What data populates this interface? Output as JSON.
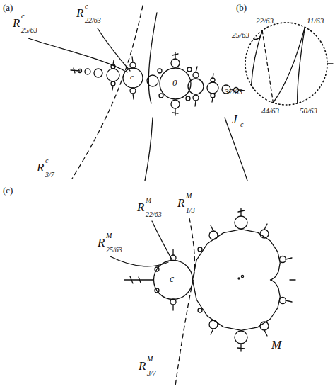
{
  "diagram": {
    "labels": [
      "(a)",
      "(b)",
      "(c)",
      "R",
      "c",
      "25/63",
      "R",
      "c",
      "22/63",
      "R",
      "c",
      "3/7",
      "J",
      "c",
      "c",
      "0",
      "22/63",
      "11/63",
      "25/63",
      "37/63",
      "44/63",
      "50/63",
      "R",
      "M",
      "25/63",
      "R",
      "M",
      "22/63",
      "R",
      "M",
      "1/3",
      "R",
      "M",
      "3/7",
      "c",
      "M"
    ]
  }
}
